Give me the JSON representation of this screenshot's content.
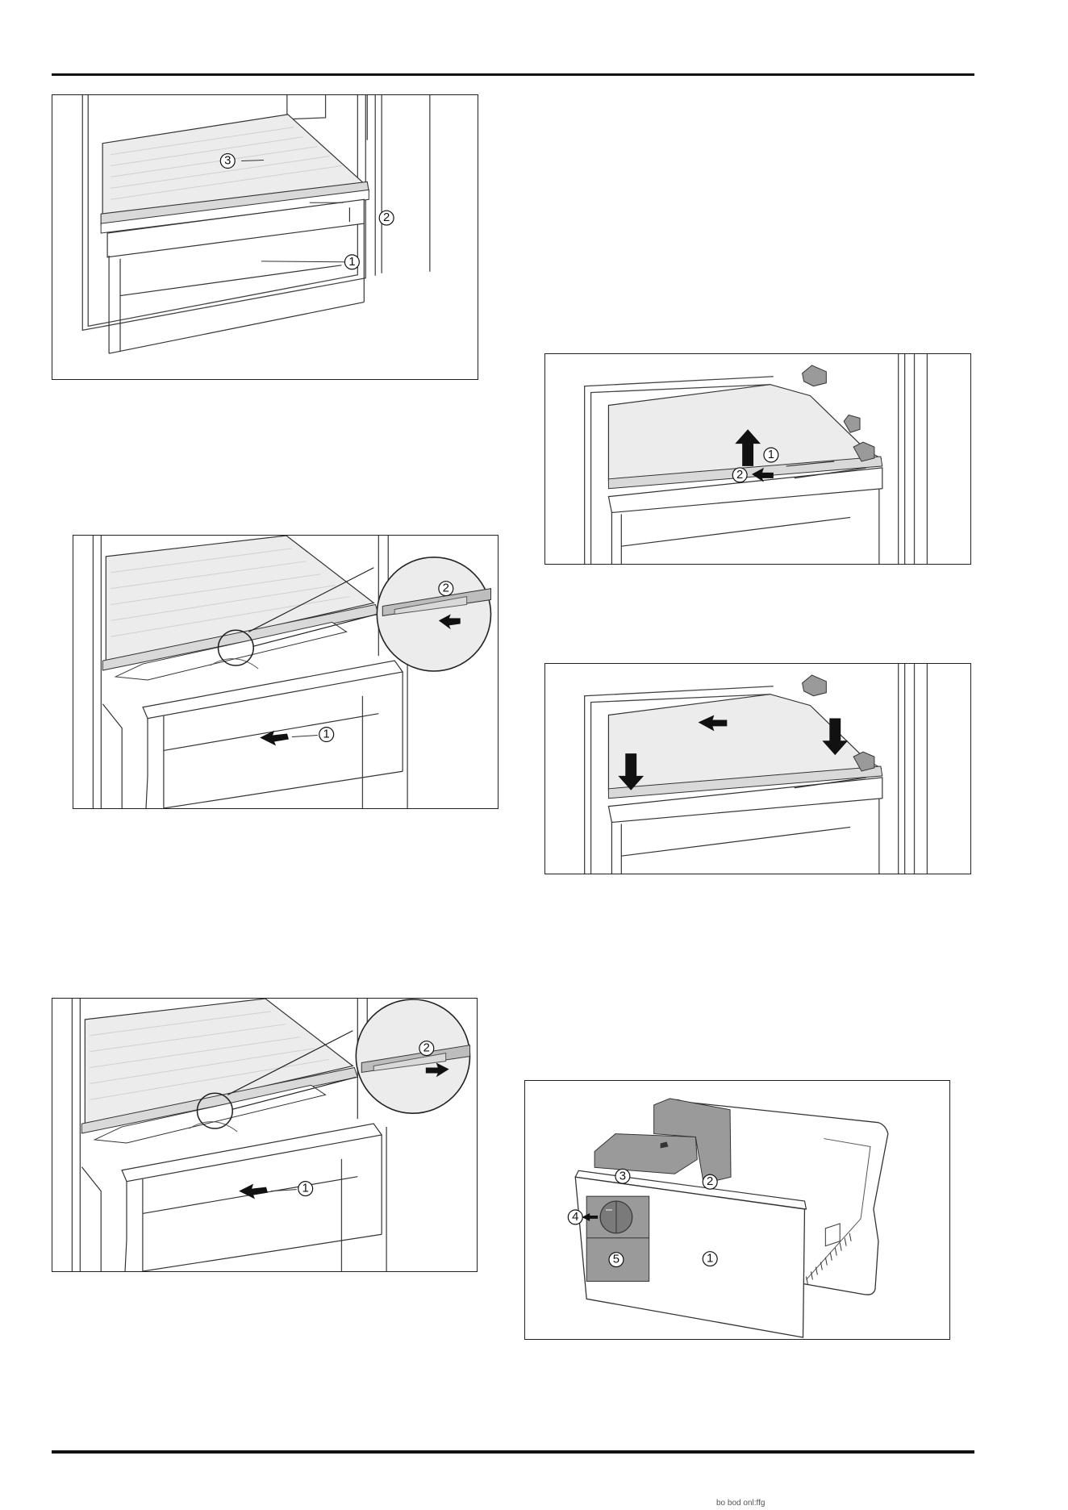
{
  "figures": [
    {
      "id": "shelf-with-drawer",
      "callouts": [
        "1",
        "2",
        "3"
      ]
    },
    {
      "id": "drawer-removal",
      "callouts": [
        "1",
        "2"
      ]
    },
    {
      "id": "drawer-insertion",
      "callouts": [
        "1",
        "2"
      ]
    },
    {
      "id": "shelf-removal",
      "callouts": [
        "1",
        "2"
      ]
    },
    {
      "id": "shelf-insertion",
      "callouts": []
    },
    {
      "id": "crisper-drawer",
      "callouts": [
        "1",
        "2",
        "3",
        "4",
        "5"
      ]
    }
  ],
  "footer": {
    "note": "bo bod onl:ffg"
  }
}
